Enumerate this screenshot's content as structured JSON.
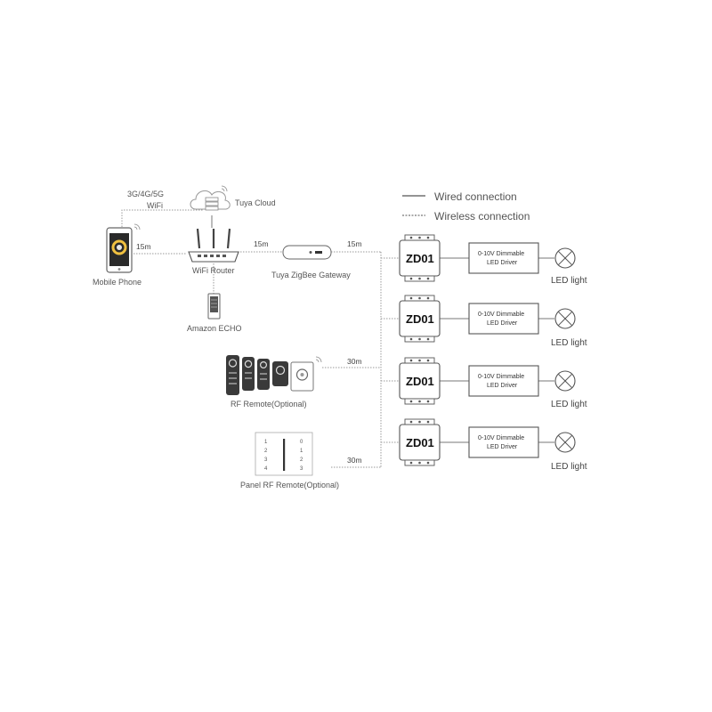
{
  "legend": {
    "wired": "Wired connection",
    "wireless": "Wireless connection"
  },
  "devices": {
    "phone": "Mobile Phone",
    "cloud": "Tuya Cloud",
    "router": "WiFi Router",
    "gateway": "Tuya ZigBee Gateway",
    "echo": "Amazon ECHO",
    "rf_remote": "RF Remote(Optional)",
    "panel_remote": "Panel RF Remote(Optional)"
  },
  "links": {
    "cellular": "3G/4G/5G",
    "wifi": "WiFi",
    "phone_router": "15m",
    "router_gateway": "15m",
    "gateway_bus": "15m",
    "rf_bus": "30m",
    "panel_bus": "30m"
  },
  "panel_keys": {
    "left": [
      "1",
      "2",
      "3",
      "4"
    ],
    "right": [
      "0",
      "1",
      "2",
      "3"
    ]
  },
  "channels": [
    {
      "module": "ZD01",
      "driver_line1": "0-10V Dimmable",
      "driver_line2": "LED Driver",
      "light": "LED light"
    },
    {
      "module": "ZD01",
      "driver_line1": "0-10V Dimmable",
      "driver_line2": "LED Driver",
      "light": "LED light"
    },
    {
      "module": "ZD01",
      "driver_line1": "0-10V Dimmable",
      "driver_line2": "LED Driver",
      "light": "LED light"
    },
    {
      "module": "ZD01",
      "driver_line1": "0-10V Dimmable",
      "driver_line2": "LED Driver",
      "light": "LED light"
    }
  ]
}
